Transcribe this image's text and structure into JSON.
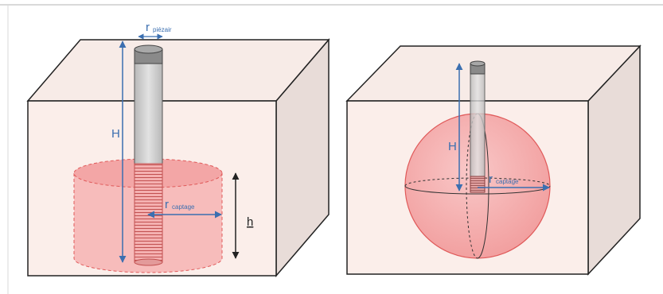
{
  "left_figure": {
    "H_label": "H",
    "r_label": "r",
    "r_sub_piezair": "piézair",
    "r_sub_captage": "captage",
    "h_label": "h"
  },
  "right_figure": {
    "H_label": "H",
    "r_label": "r",
    "r_sub_captage": "captage"
  },
  "colors": {
    "box_front": "#fbeeea",
    "box_top": "#f7ebe7",
    "box_side": "#e8dcd8",
    "capture_fill": "#f6b3b3",
    "capture_stroke": "#e05a5a",
    "tube": "#cfcfcf",
    "tube_cap": "#8a8a8a",
    "arrow_blue": "#3b6fb0"
  }
}
